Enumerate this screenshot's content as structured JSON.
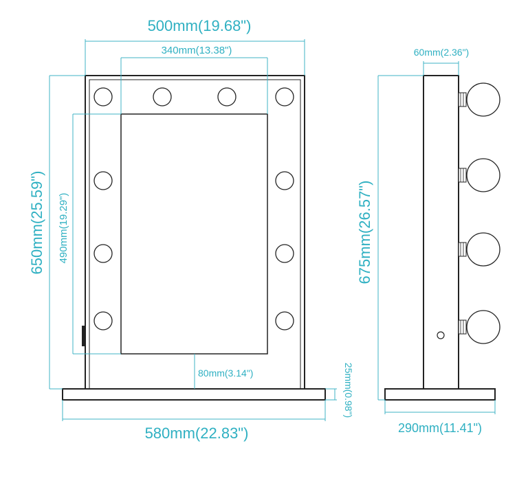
{
  "front_view": {
    "overall_width": "500mm(19.68\")",
    "mirror_width": "340mm(13.38\")",
    "overall_height": "650mm(25.59\")",
    "mirror_height": "490mm(19.29\")",
    "bottom_margin": "80mm(3.14\")",
    "base_thickness": "25mm(0.98\")",
    "base_width": "580mm(22.83\")"
  },
  "side_view": {
    "frame_depth": "60mm(2.36\")",
    "total_height": "675mm(26.57\")",
    "base_depth": "290mm(11.41\")"
  },
  "colors": {
    "dimension": "#3fb3c4",
    "outline": "#222222"
  }
}
